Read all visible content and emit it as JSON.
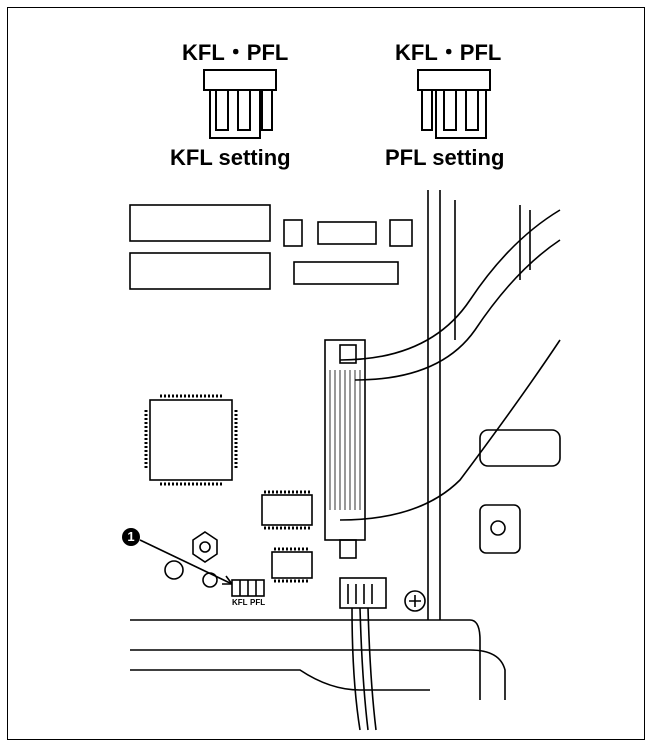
{
  "header": {
    "left_jumper_title": "KFL・PFL",
    "right_jumper_title": "KFL・PFL",
    "left_setting_label": "KFL setting",
    "right_setting_label": "PFL setting"
  },
  "board": {
    "jumper_label_kfl": "KFL",
    "jumper_label_pfl": "PFL",
    "callout_number": "1"
  }
}
